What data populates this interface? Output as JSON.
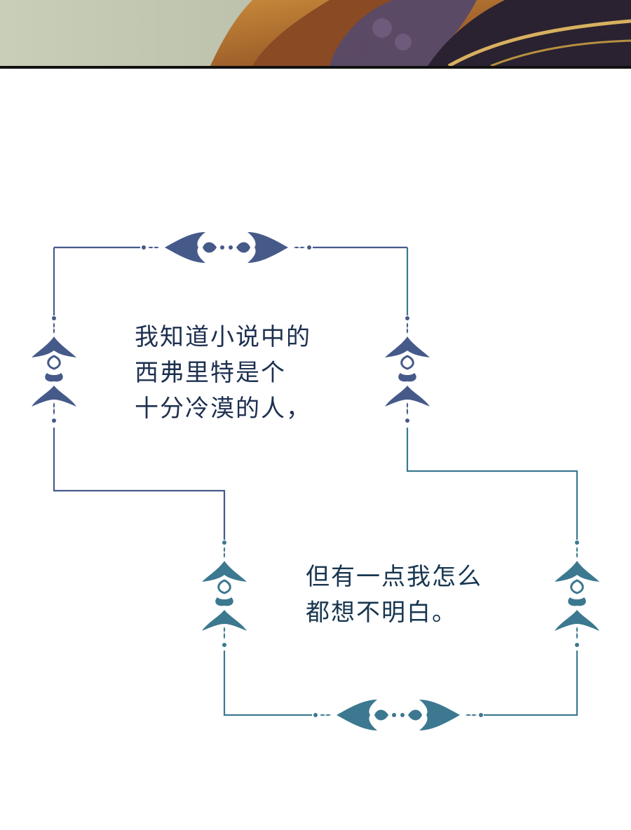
{
  "colors": {
    "frame_upper": "#465a8a",
    "frame_lower": "#3c7890",
    "text_upper": "#1e3050",
    "text_lower": "#173650",
    "art_panel_border": "#111111"
  },
  "caption_1": {
    "lines": [
      "我知道小说中的",
      "西弗里特是个",
      "十分冷漠的人，"
    ]
  },
  "caption_2": {
    "lines": [
      "但有一点我怎么",
      "都想不明白。"
    ]
  }
}
